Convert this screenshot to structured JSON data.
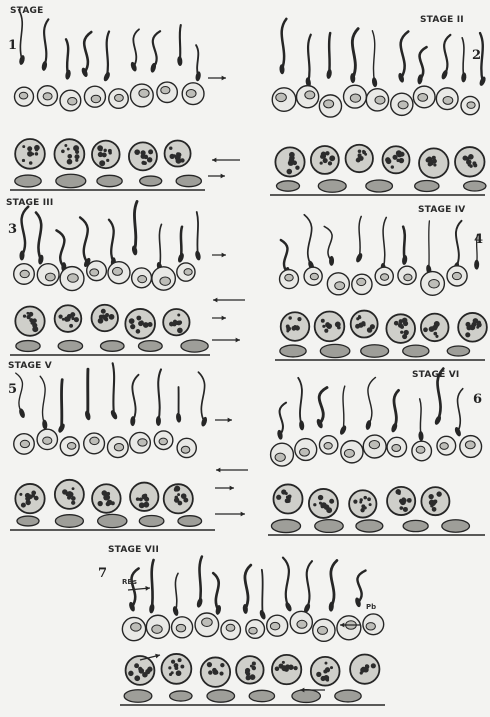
{
  "stages": [
    {
      "title": "STAGE",
      "panel_number": "1"
    },
    {
      "title": "STAGE II",
      "panel_number": "2"
    },
    {
      "title": "STAGE III",
      "panel_number": "3"
    },
    {
      "title": "STAGE IV",
      "panel_number": "4"
    },
    {
      "title": "STAGE V",
      "panel_number": "5"
    },
    {
      "title": "STAGE VI",
      "panel_number": "6"
    },
    {
      "title": "STAGE VII",
      "panel_number": "7"
    }
  ],
  "labels": {
    "rb": "RBs",
    "pb": "Pb"
  }
}
